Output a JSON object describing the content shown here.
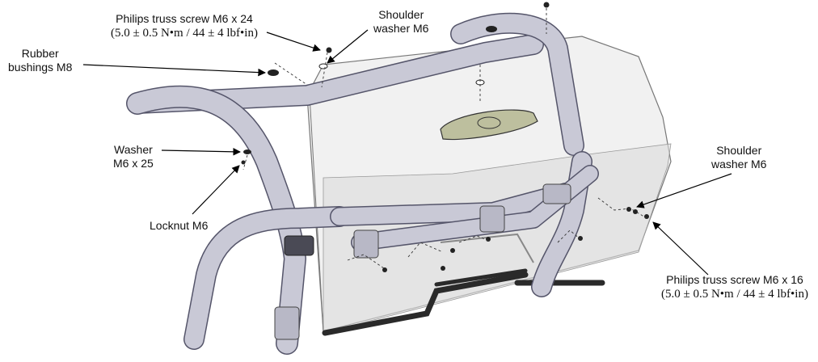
{
  "callouts": {
    "truss_screw_top": {
      "name": "Philips truss screw M6 x 24",
      "torque": "(5.0 ± 0.5 N•m / 44 ± 4 lbf•in)"
    },
    "shoulder_washer_top": {
      "line1": "Shoulder",
      "line2": "washer M6"
    },
    "rubber_bushings": {
      "line1": "Rubber",
      "line2": "bushings M8"
    },
    "washer": {
      "line1": "Washer",
      "line2": "M6 x 25"
    },
    "locknut": {
      "name": "Locknut M6"
    },
    "shoulder_washer_right": {
      "line1": "Shoulder",
      "line2": "washer M6"
    },
    "truss_screw_right": {
      "name": "Philips truss screw M6 x 16",
      "torque": "(5.0 ± 0.5 N•m / 44 ± 4 lbf•in)"
    }
  },
  "colors": {
    "tube_fill": "#c9c9d6",
    "tube_edge": "#55556a",
    "panel_fill": "#ececec",
    "panel_edge": "#777777",
    "seal": "#2a2a2a",
    "leader": "#000000"
  }
}
